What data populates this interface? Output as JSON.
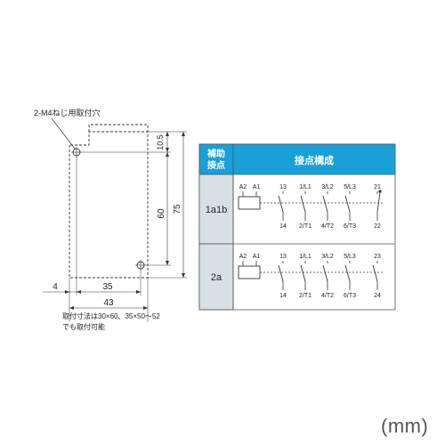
{
  "drawing": {
    "hole_label": "2-M4ねじ用取付穴",
    "dims": {
      "d10_5": "10.5",
      "d60": "60",
      "d75": "75",
      "d4": "4",
      "d35": "35",
      "d43": "43"
    },
    "note_line1": "取付寸法は30×60、35×50～52",
    "note_line2": "でも取付可能"
  },
  "table": {
    "header_col1": [
      "補助",
      "接点"
    ],
    "header_col2": "接点構成",
    "header_color": "#1aa0d8",
    "rows": [
      {
        "name": "1a1b",
        "coil": [
          "A2",
          "A1"
        ],
        "top_terms": [
          "13",
          "1/L1",
          "3/L2",
          "5/L3",
          "21"
        ],
        "bot_terms": [
          "14",
          "2/T1",
          "4/T2",
          "6/T3",
          "22"
        ]
      },
      {
        "name": "2a",
        "coil": [
          "A2",
          "A1"
        ],
        "top_terms": [
          "13",
          "1/L1",
          "3/L2",
          "5/L3",
          "23"
        ],
        "bot_terms": [
          "14",
          "2/T1",
          "4/T2",
          "6/T3",
          "24"
        ]
      }
    ]
  },
  "unit": "(mm)"
}
